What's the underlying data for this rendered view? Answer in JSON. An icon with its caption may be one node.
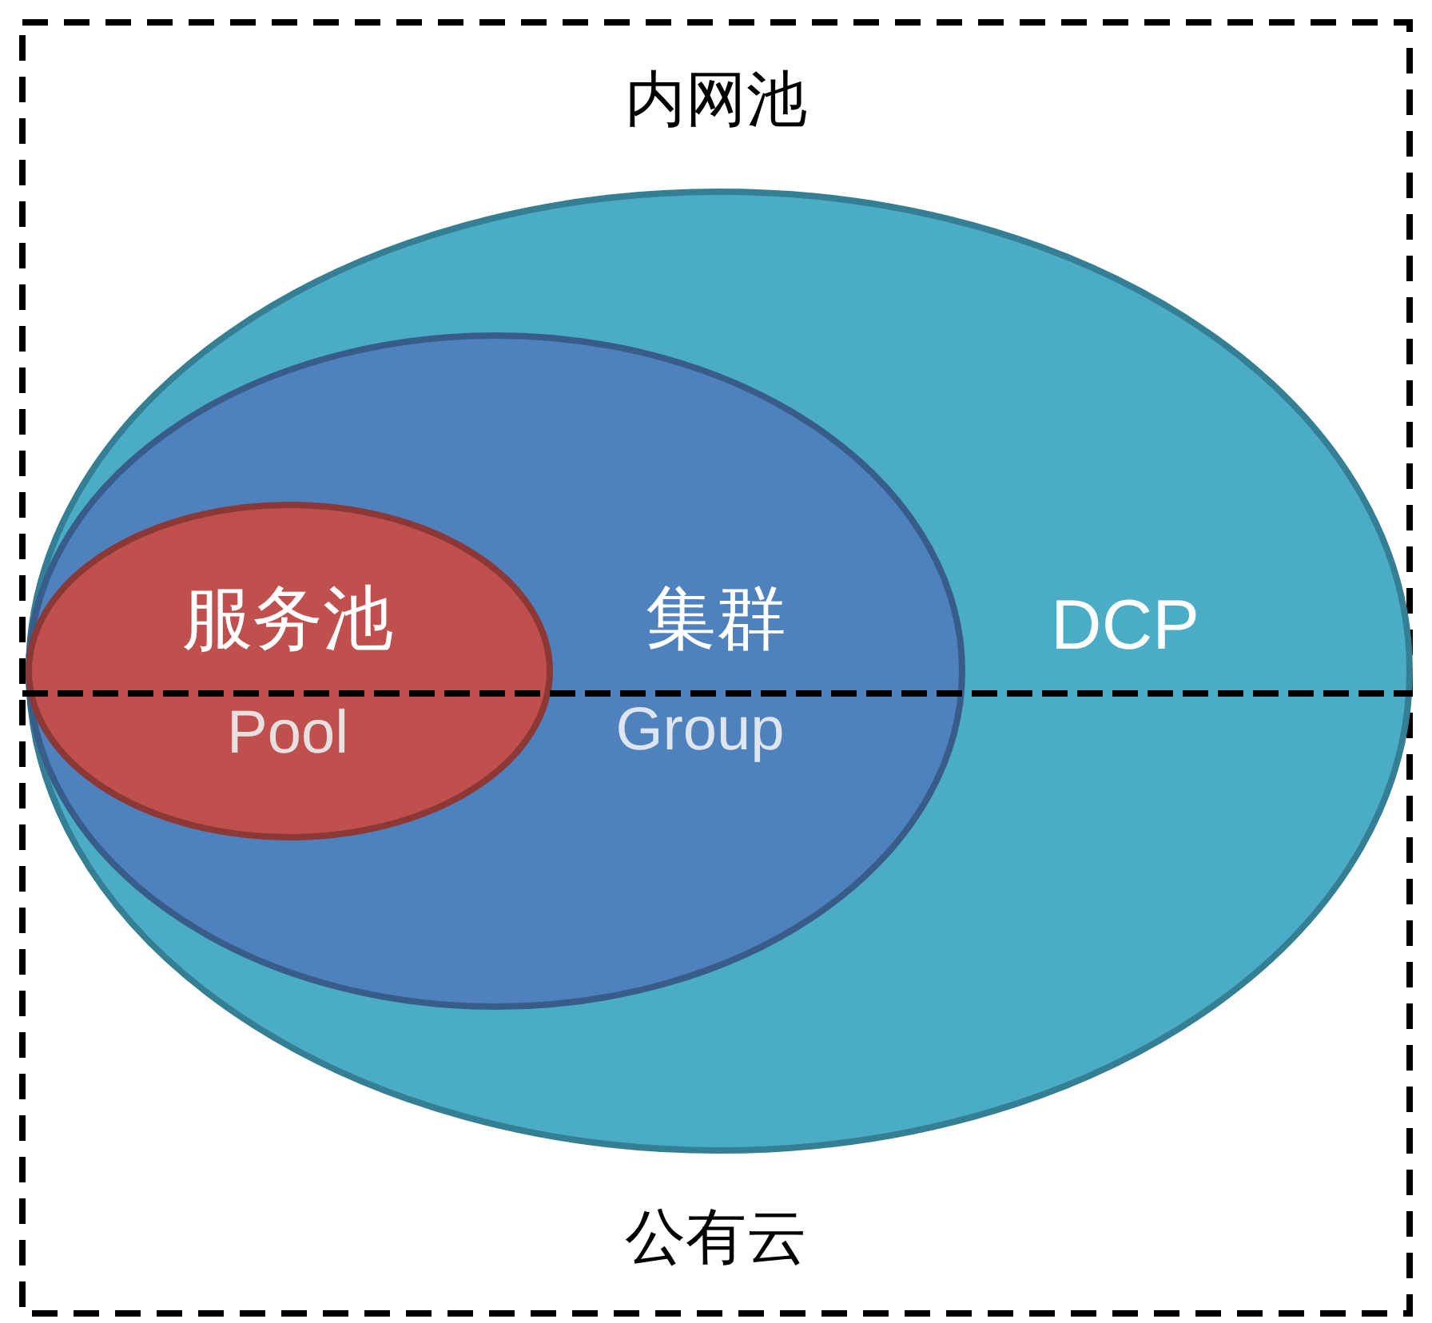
{
  "diagram": {
    "nodes": [
      {
        "text": [
          "内网池",
          "公有云"
        ]
      },
      {
        "text": [
          "DCP"
        ],
        "in": 0
      },
      {
        "text": [
          "集群",
          "Group"
        ],
        "in": 1
      },
      {
        "text": [
          "服务池",
          "Pool"
        ],
        "in": 2
      }
    ]
  }
}
